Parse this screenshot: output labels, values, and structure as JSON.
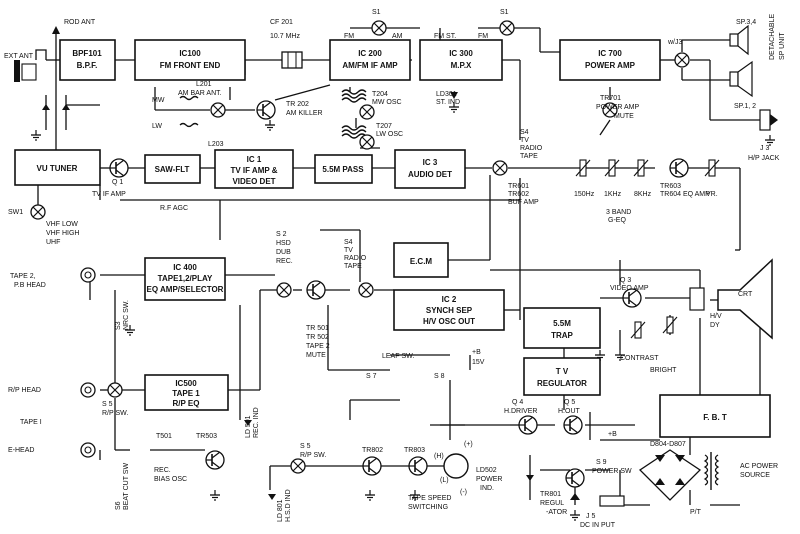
{
  "blocks": {
    "bpf101": {
      "line1": "BPF101",
      "line2": "B.P.F."
    },
    "ic100": {
      "line1": "IC100",
      "line2": "FM FRONT END"
    },
    "ic200": {
      "line1": "IC 200",
      "line2": "AM/FM IF AMP"
    },
    "ic300": {
      "line1": "IC 300",
      "line2": "M.P.X"
    },
    "ic700": {
      "line1": "IC 700",
      "line2": "POWER AMP"
    },
    "vu_tuner": {
      "line1": "VU TUNER"
    },
    "saw_flt": {
      "line1": "SAW-FLT"
    },
    "ic1": {
      "line1": "IC 1",
      "line2": "TV IF AMP &",
      "line3": "VIDEO DET"
    },
    "pass55": {
      "line1": "5.5M PASS"
    },
    "ic3": {
      "line1": "IC 3",
      "line2": "AUDIO DET"
    },
    "ic400": {
      "line1": "IC 400",
      "line2": "TAPE1,2/PLAY",
      "line3": "EQ AMP/SELECTOR"
    },
    "ecm": {
      "line1": "E.C.M"
    },
    "ic2": {
      "line1": "IC 2",
      "line2": "SYNCH SEP",
      "line3": "H/V OSC OUT"
    },
    "trap55": {
      "line1": "5.5M",
      "line2": "TRAP"
    },
    "tv_regulator": {
      "line1": "T V",
      "line2": "REGULATOR"
    },
    "ic500": {
      "line1": "IC500",
      "line2": "TAPE 1",
      "line3": "R/P EQ"
    },
    "fbt": {
      "line1": "F. B. T"
    }
  },
  "labels": {
    "rod_ant": "ROD ANT",
    "ext_ant": "EXT ANT",
    "cf201": "CF 201",
    "freq": "10.7 MHz",
    "fm1": "FM",
    "am": "AM",
    "s1a": "S1",
    "fm_st": "FM ST.",
    "s1b": "S1",
    "fm2": "FM",
    "wj3": "w/J3",
    "sp34": "SP.3,4",
    "sp12": "SP.1, 2",
    "detachable": "DETACHABLE",
    "sp_unit": "SP UNIT",
    "tr701": "TR701",
    "power_amp": "POWER AMP",
    "mute": "MUTE",
    "j3": "J 3",
    "hp_jack": "H/P JACK",
    "mw": "MW",
    "l201": "L201",
    "am_bar_ant": "AM BAR ANT.",
    "lw": "LW",
    "l203": "L203",
    "tr202": "TR 202",
    "am_killer": "AM KILLER",
    "t204": "T204",
    "mw_osc": "MW OSC",
    "t207": "T207",
    "lw_osc": "LW OSC",
    "ld301": "LD301",
    "st_ind": "ST. IND",
    "s4": "S4",
    "tv": "TV",
    "radio": "RADIO",
    "tape": "TAPE",
    "tr601": "TR601",
    "tr602": "TR602",
    "buf_amp": "BUF AMP",
    "hz150": "150Hz",
    "khz1": "1KHz",
    "khz8": "8KHz",
    "band3": "3 BAND",
    "geq": "G-EQ",
    "tr603": "TR603",
    "tr604": "TR604 EQ AMP",
    "vr": "VR.",
    "q1": "Q 1",
    "tv_if_amp": "TV IF AMP",
    "rf_agc": "R.F AGC",
    "sw1": "SW1",
    "vhf_low": "VHF LOW",
    "vhf_high": "VHF HIGH",
    "uhf": "UHF",
    "s2": "S 2",
    "hsd": "HSD",
    "dub": "DUB",
    "rec": "REC.",
    "tape2_pb": "TAPE 2,",
    "pb_head": "P.B HEAD",
    "s3": "S3",
    "nrc_sw": "NRC SW.",
    "tr501": "TR 501",
    "tr502": "TR 502",
    "tape2": "TAPE 2",
    "q3": "Q 3",
    "video_amp": "VIDEO AMP",
    "crt": "CRT",
    "hv": "H/V",
    "dy": "DY",
    "contrast": "CONTRAST",
    "bright": "BRIGHT",
    "leaf_sw": "LEAF SW.",
    "plus_b": "+B",
    "v15": "15V",
    "s7": "S 7",
    "s8": "S 8",
    "rp_head": "R/P HEAD",
    "tape1": "TAPE I",
    "e_head": "E-HEAD",
    "s5": "S 5",
    "rp_sw": "R/P SW.",
    "ld501": "LD 501",
    "rec_ind": "REC. IND",
    "t501": "T501",
    "tr503": "TR503",
    "bias_osc": "BIAS OSC",
    "s6": "S6",
    "beat_cut_sw": "BEAT CUT SW",
    "ld801": "LD 801",
    "hsd_ind": "H.S.D IND",
    "tr802": "TR802",
    "tr803": "TR803",
    "h": "(H)",
    "l": "(L)",
    "plus": "(+)",
    "minus": "(-)",
    "tape_speed": "TAPE SPEED",
    "switching": "SWITCHING",
    "q4": "Q 4",
    "h_driver": "H.DRIVER",
    "q5": "Q 5",
    "h_out": "H.OUT",
    "plus_b2": "+B",
    "ld502": "LD502",
    "power": "POWER",
    "ind": "IND.",
    "tr801": "TR801",
    "regul": "REGUL",
    "ator": "-ATOR",
    "s9": "S 9",
    "power_sw": "POWER SW",
    "j5": "J 5",
    "dc_in_put": "DC IN PUT",
    "d804": "D804-D807",
    "ac_power": "AC POWER",
    "source": "SOURCE",
    "pt": "P/T"
  }
}
